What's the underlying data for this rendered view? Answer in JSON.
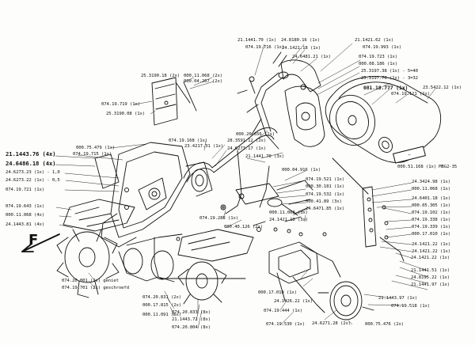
{
  "direction_marker": "F",
  "stamp_text": "…",
  "labels": {
    "l01": "21.1441.70 (1x)",
    "l02": "24.8180.16 (1x)",
    "l03": "21.1421.62 (1x)",
    "l04": "074.19.716 (1x)",
    "l05": "24.1421.18 (1x)",
    "l06": "074.19.993 (1x)",
    "l07": "24.6481.21 (1x)",
    "l08": "074.19.723 (1x)",
    "l09": "000.08.186 (1x)",
    "l10": "25.3197.38 (1x) - 5=40",
    "l11": "25.3197.70 (1x) - 3=32",
    "l12": "081.18.777 (1x)",
    "l13": "074.19.121 (1x)",
    "l14": "23.5422.12 (1x)",
    "l15": "25.3190.18 (2x)",
    "l16": "000.11.068 (2x)",
    "l17": "000.04.267 (2x)",
    "l18": "074.19.719 (1x)",
    "l19": "25.3190.08 (1x)",
    "l20": "000.20.656 (1x)",
    "l21": "074.19.168 (1x)",
    "l22": "23.4217.31 (1x)",
    "l23": "28.3591.12 (2x)",
    "l24": "24.6273.17 (1x)",
    "l25": "000.75.479 (1x)",
    "l26": "074.19.715 (1x)",
    "l27": "21.1441.70 (3x)",
    "l28": "000.51.168 (1x) MBG2-35",
    "l29": "21.1443.76 (4x)",
    "l30": "24.6486.18 (4x)",
    "l31": "24.6273.23 (1x) - 1,0",
    "l32": "24.6273.22 (1x) - 0,5",
    "l33": "074.19.721 (1x)",
    "l34": "000.04.916 (1x)",
    "l35": "074.19.521 (1x)",
    "l36": "000.30.181 (1x)",
    "l37": "074.19.532 (1x)",
    "l38": "074.19.643 (1x)",
    "l39": "000.11.068 (4x)",
    "l40": "24.1443.81 (4x)",
    "l41": "24.3424.98 (1x)",
    "l42": "000.11.068 (1x)",
    "l43": "24.6401.18 (1x)",
    "l44": "000.05.305 (1x)",
    "l45": "074.19.102 (1x)",
    "l46": "074.19.338 (1x)",
    "l47": "074.19.339 (1x)",
    "l48": "000.17.010 (1x)",
    "l49": "24.1421.22 (1x)",
    "l50": "24.1421.22 (1x)",
    "l51": "000.41.89 (3x)",
    "l52": "24.6471.85 (1x)",
    "l53": "000.11.068 (3x)",
    "l54": "24.1421.18 (3x)",
    "l55": "074.19.288 (1x)",
    "l56": "000.40.126 (2x)",
    "l57": "074.20.801 (2x) geniet",
    "l58": "074.19.701 (2x) geschroefd",
    "l59": "074.20.831 (2x)",
    "l60": "000.17.815 (2x)",
    "l61": "000.11.091 (6x)",
    "l62": "074.20.833 (8x)",
    "l63": "21.1443.72 (8x)",
    "l64": "074.20.804 (8x)",
    "l65": "000.17.010 (1x)",
    "l66": "074.19.444 (1x)",
    "l67": "074.19.530 (1x)",
    "l68": "24.6271.28 (2x)",
    "l69": "000.75.476 (2x)",
    "l70": "24.1426.22 (1x)",
    "l71": "21.1441.51 (1x)",
    "l72": "24.8195.22 (1x)",
    "l73": "21.1441.97 (1x)",
    "l74": "21.1443.97 (1x)",
    "l75": "074.19.518 (1x)",
    "l76": "24.1421.22 (1x)"
  }
}
